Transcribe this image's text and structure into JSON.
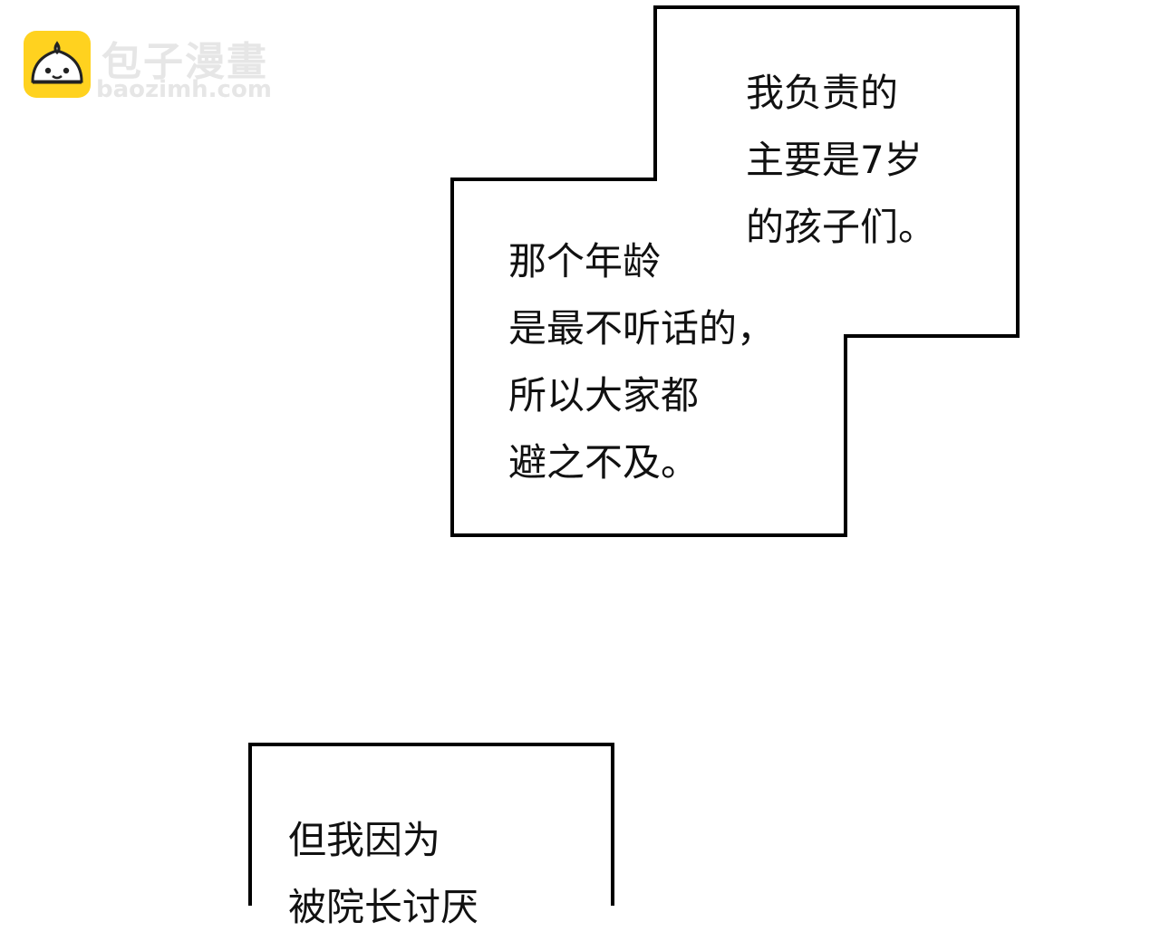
{
  "watermark": {
    "title": "包子漫畫",
    "url": "baozimh.com",
    "icon": "bun-mascot-icon",
    "accent_color": "#FFD21F"
  },
  "box_a": {
    "lines": [
      "我负责的",
      "主要是7岁",
      "的孩子们。"
    ]
  },
  "box_b": {
    "lines": [
      "那个年龄",
      "是最不听话的，",
      "所以大家都",
      "避之不及。"
    ]
  },
  "box_c": {
    "lines": [
      "但我因为",
      "被院长讨厌"
    ]
  }
}
